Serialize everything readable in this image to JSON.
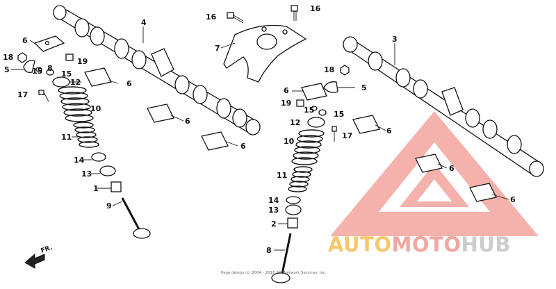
{
  "callouts": {
    "left": {
      "c6a": "6",
      "c18": "18",
      "c5": "5",
      "c15a": "15",
      "c8": "8",
      "c15b": "15",
      "c19": "19",
      "c12": "12",
      "c17": "17",
      "c10": "10",
      "c11": "11",
      "c14": "14",
      "c13": "13",
      "c1": "1",
      "c9": "9",
      "c4": "4",
      "c6b": "6",
      "c6c": "6",
      "c6d": "6"
    },
    "top": {
      "c16a": "16",
      "c16b": "16",
      "c7": "7"
    },
    "right": {
      "c3": "3",
      "c18": "18",
      "c5": "5",
      "c6a": "6",
      "c19": "19",
      "c15a": "15",
      "c15b": "15",
      "c12": "12",
      "c17": "17",
      "c6b": "6",
      "c10": "10",
      "c11": "11",
      "c6c": "6",
      "c14": "14",
      "c13": "13",
      "c6d": "6",
      "c2": "2",
      "c8": "8"
    }
  },
  "direction_label": "FR.",
  "watermark": {
    "word1": "AUTO",
    "word2": "MOTO",
    "word3": "HUB",
    "colors": {
      "triangle": "#f4a49d",
      "auto": "#f6c86c",
      "moto": "#f2a7a0",
      "hub": "#cccccc"
    }
  },
  "copyright": "Page design (c) 2004 - 2016 ARI Network Services, Inc."
}
